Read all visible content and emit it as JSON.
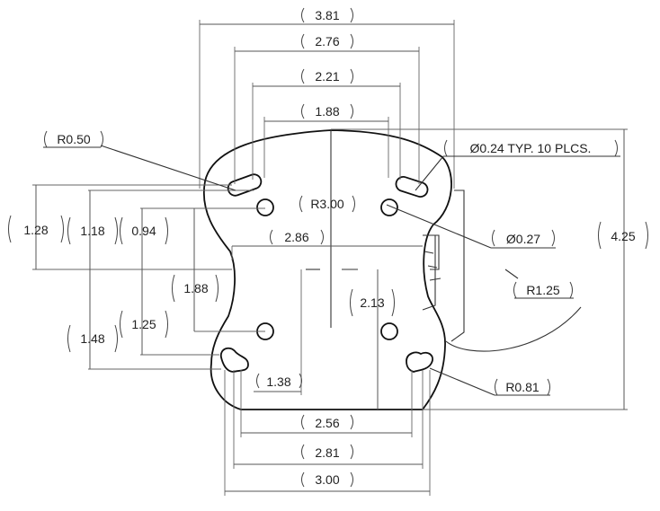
{
  "dimensions": {
    "w381": "3.81",
    "w276": "2.76",
    "w221": "2.21",
    "w188": "1.88",
    "w286": "2.86",
    "w256": "2.56",
    "w281": "2.81",
    "w300": "3.00",
    "w138": "1.38",
    "h425": "4.25",
    "h128": "1.28",
    "h118": "1.18",
    "h094": "0.94",
    "h188": "1.88",
    "h148": "1.48",
    "h125": "1.25",
    "h213": "2.13"
  },
  "callouts": {
    "r050": "R0.50",
    "r300": "R3.00",
    "r125": "R1.25",
    "r081": "R0.81",
    "hole_typ": "Ø0.24 TYP. 10 PLCS.",
    "hole_027": "Ø0.27"
  }
}
